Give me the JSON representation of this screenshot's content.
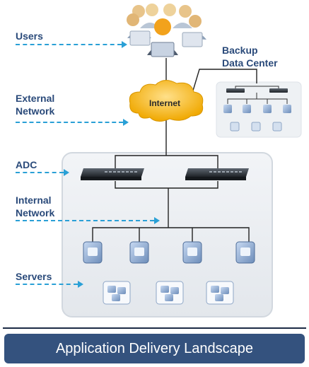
{
  "labels": {
    "users": "Users",
    "external_network_line1": "External",
    "external_network_line2": "Network",
    "adc": "ADC",
    "internal_network_line1": "Internal",
    "internal_network_line2": "Network",
    "servers": "Servers",
    "backup_line1": "Backup",
    "backup_line2": "Data Center",
    "internet": "Internet"
  },
  "footer": {
    "title": "Application Delivery Landscape"
  },
  "colors": {
    "label_text": "#2a4a7a",
    "dashed_arrow": "#2aa0d6",
    "cloud": "#f4b400",
    "banner": "#34527e",
    "panel": "#e9edf2"
  }
}
